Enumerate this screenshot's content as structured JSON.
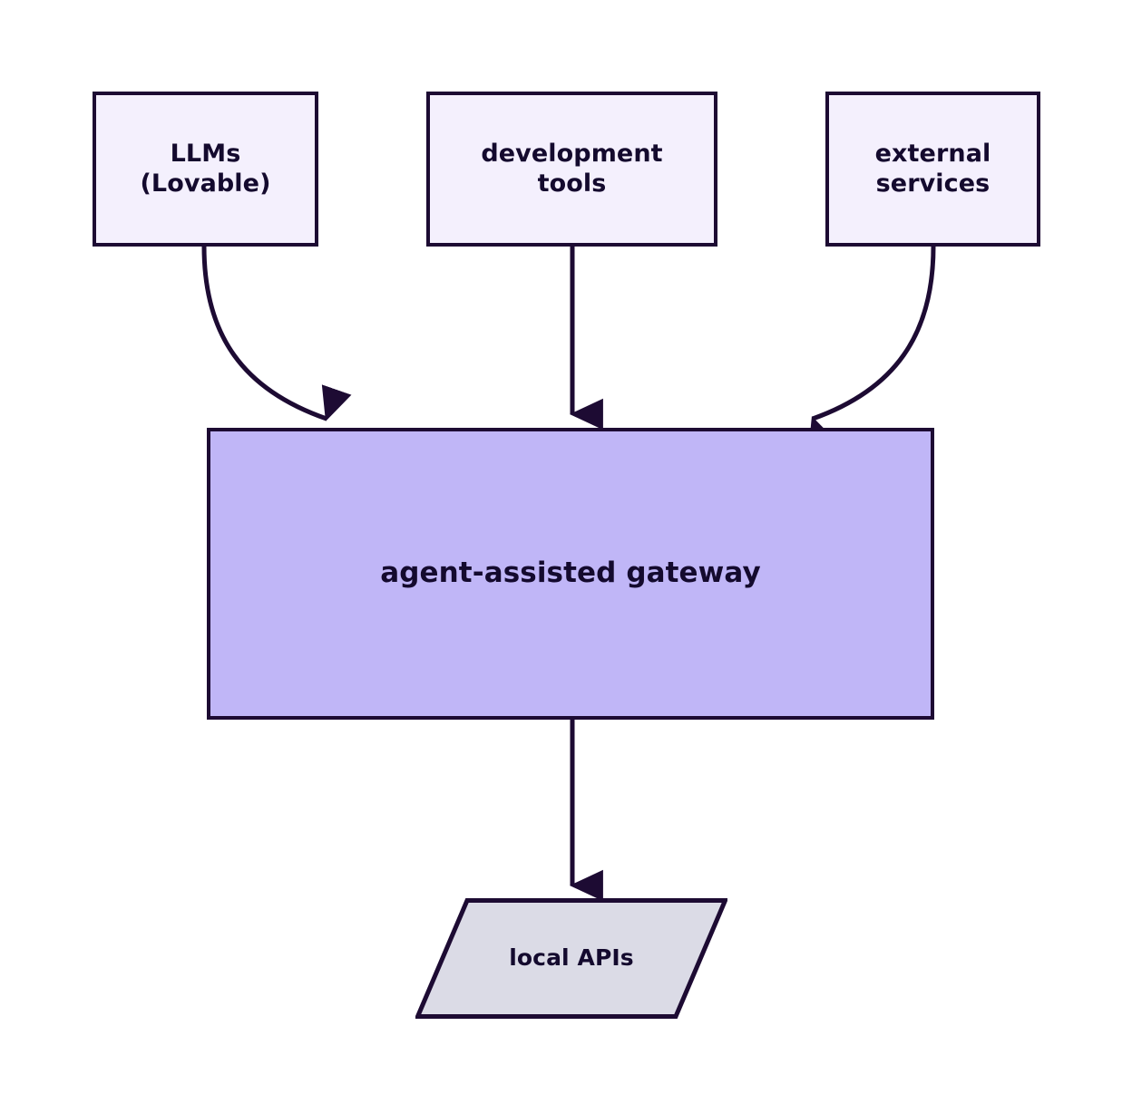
{
  "diagram": {
    "type": "flowchart",
    "direction": "top-to-bottom",
    "background_color": "#ffffff",
    "stroke_color": "#1d0b33",
    "text_color": "#140a2e",
    "nodes": [
      {
        "id": "llms",
        "label": "LLMs\n(Lovable)",
        "shape": "rectangle",
        "fill": "#f4f0fd"
      },
      {
        "id": "devtools",
        "label": "development\ntools",
        "shape": "rectangle",
        "fill": "#f4f0fd"
      },
      {
        "id": "external",
        "label": "external\nservices",
        "shape": "rectangle",
        "fill": "#f4f0fd"
      },
      {
        "id": "gateway",
        "label": "agent-assisted gateway",
        "shape": "rectangle",
        "fill": "#c0b6f7"
      },
      {
        "id": "localapis",
        "label": "local APIs",
        "shape": "parallelogram",
        "fill": "#dbdbe6"
      }
    ],
    "edges": [
      {
        "id": "llms-to-gateway",
        "from": "llms",
        "to": "gateway",
        "style": "curved",
        "arrowhead": "filled-triangle",
        "label": ""
      },
      {
        "id": "devtools-to-gateway",
        "from": "devtools",
        "to": "gateway",
        "style": "straight",
        "arrowhead": "filled-triangle",
        "label": ""
      },
      {
        "id": "external-to-gateway",
        "from": "external",
        "to": "gateway",
        "style": "curved",
        "arrowhead": "filled-triangle",
        "label": ""
      },
      {
        "id": "gateway-to-localapis",
        "from": "gateway",
        "to": "localapis",
        "style": "straight",
        "arrowhead": "filled-triangle",
        "label": ""
      }
    ]
  }
}
